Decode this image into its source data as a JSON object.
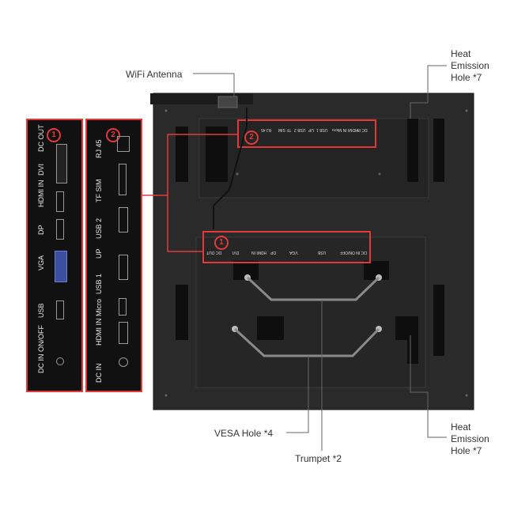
{
  "callouts": {
    "wifi": "WiFi Antenna",
    "heat_top_line1": "Heat",
    "heat_top_line2": "Emission",
    "heat_top_line3": "Hole *7",
    "heat_bottom_line1": "Heat",
    "heat_bottom_line2": "Emission",
    "heat_bottom_line3": "Hole *7",
    "vesa": "VESA Hole *4",
    "trumpet": "Trumpet *2"
  },
  "panel1": {
    "badge": "1",
    "ports": [
      "DC OUT",
      "DVI",
      "HDMI IN",
      "DP",
      "VGA",
      "USB",
      "DC IN ON/OFF"
    ]
  },
  "panel2": {
    "badge": "2",
    "ports": [
      "RJ 45",
      "TF SIM",
      "USB 2",
      "UP",
      "USB 1",
      "HDMI IN Micro",
      "DC IN"
    ]
  },
  "top_strip": {
    "badge": "2",
    "labels": [
      "RJ 45",
      "TF SIM",
      "USB 2",
      "UP",
      "USB 1",
      "HDMI IN Micro",
      "DC IN"
    ]
  },
  "bottom_strip": {
    "badge": "1",
    "labels": [
      "DC OUT",
      "DVI",
      "HDMI IN",
      "DP",
      "VGA",
      "USB",
      "DC IN ON/OFF"
    ]
  },
  "colors": {
    "accent": "#e23a3a",
    "device": "#2b2b2b",
    "line": "#888888"
  }
}
